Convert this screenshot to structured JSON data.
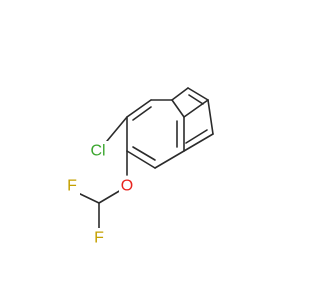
{
  "molecule": {
    "atoms": {
      "chlorine": {
        "symbol": "Cl",
        "color": "#3aa62e"
      },
      "oxygen": {
        "symbol": "O",
        "color": "#e8231e"
      },
      "fluorine_1": {
        "symbol": "F",
        "color": "#c4a000"
      },
      "fluorine_2": {
        "symbol": "F",
        "color": "#c4a000"
      }
    },
    "bond_color": "#2b2b2b"
  }
}
